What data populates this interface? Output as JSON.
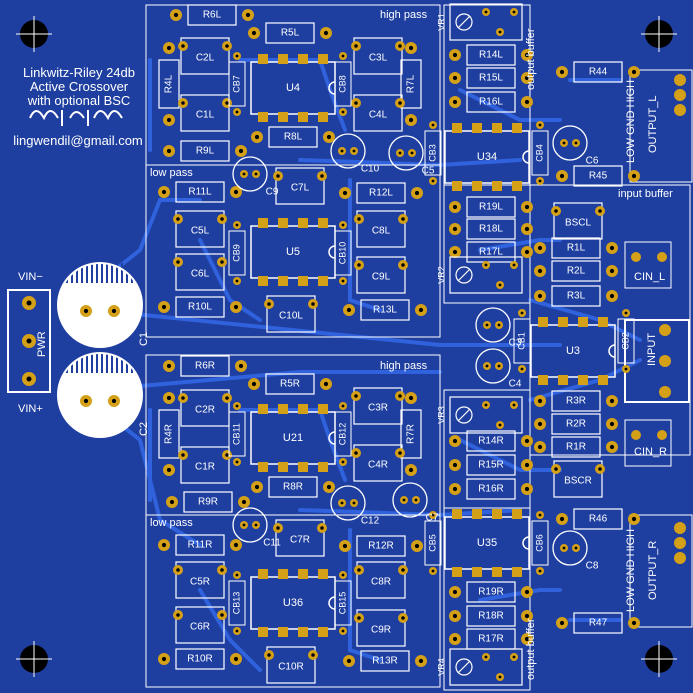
{
  "board_info": {
    "line1": "Linkwitz-Riley 24db",
    "line2": "Active Crossover",
    "line3": "with optional BSC",
    "email": "lingwendil@gmail.com"
  },
  "sections": {
    "high_pass": "high pass",
    "low_pass": "low pass",
    "output_buffer": "output buffer",
    "input_buffer": "input buffer"
  },
  "connectors": {
    "pwr": "PWR",
    "vin_minus": "VIN−",
    "vin_plus": "VIN+",
    "input": "INPUT",
    "output_l": "OUTPUT_L",
    "output_r": "OUTPUT_R",
    "low_gnd_high": "LOW GND HIGH",
    "cin_l": "CIN_L",
    "cin_r": "CIN_R"
  },
  "resistors": [
    {
      "ref": "R6L"
    },
    {
      "ref": "R5L"
    },
    {
      "ref": "R4L"
    },
    {
      "ref": "R7L"
    },
    {
      "ref": "R8L"
    },
    {
      "ref": "R9L"
    },
    {
      "ref": "R11L"
    },
    {
      "ref": "R12L"
    },
    {
      "ref": "R10L"
    },
    {
      "ref": "R13L"
    },
    {
      "ref": "R14L"
    },
    {
      "ref": "R15L"
    },
    {
      "ref": "R16L"
    },
    {
      "ref": "R19L"
    },
    {
      "ref": "R18L"
    },
    {
      "ref": "R17L"
    },
    {
      "ref": "R44"
    },
    {
      "ref": "R45"
    },
    {
      "ref": "R1L"
    },
    {
      "ref": "R2L"
    },
    {
      "ref": "R3L"
    },
    {
      "ref": "R3R"
    },
    {
      "ref": "R2R"
    },
    {
      "ref": "R1R"
    },
    {
      "ref": "R6R"
    },
    {
      "ref": "R5R"
    },
    {
      "ref": "R4R"
    },
    {
      "ref": "R7R"
    },
    {
      "ref": "R8R"
    },
    {
      "ref": "R9R"
    },
    {
      "ref": "R11R"
    },
    {
      "ref": "R12R"
    },
    {
      "ref": "R10R"
    },
    {
      "ref": "R13R"
    },
    {
      "ref": "R14R"
    },
    {
      "ref": "R15R"
    },
    {
      "ref": "R16R"
    },
    {
      "ref": "R19R"
    },
    {
      "ref": "R18R"
    },
    {
      "ref": "R17R"
    },
    {
      "ref": "R46"
    },
    {
      "ref": "R47"
    }
  ],
  "capacitors": [
    {
      "ref": "C2L"
    },
    {
      "ref": "C1L"
    },
    {
      "ref": "C3L"
    },
    {
      "ref": "C4L"
    },
    {
      "ref": "CB7"
    },
    {
      "ref": "CB8"
    },
    {
      "ref": "C5L"
    },
    {
      "ref": "C6L"
    },
    {
      "ref": "C7L"
    },
    {
      "ref": "C8L"
    },
    {
      "ref": "C9L"
    },
    {
      "ref": "CB9"
    },
    {
      "ref": "CB10"
    },
    {
      "ref": "C10L"
    },
    {
      "ref": "C2R"
    },
    {
      "ref": "C1R"
    },
    {
      "ref": "C3R"
    },
    {
      "ref": "C4R"
    },
    {
      "ref": "CB11"
    },
    {
      "ref": "CB12"
    },
    {
      "ref": "C5R"
    },
    {
      "ref": "C6R"
    },
    {
      "ref": "C7R"
    },
    {
      "ref": "C8R"
    },
    {
      "ref": "C9R"
    },
    {
      "ref": "CB13"
    },
    {
      "ref": "CB15"
    },
    {
      "ref": "C10R"
    },
    {
      "ref": "CB3"
    },
    {
      "ref": "CB4"
    },
    {
      "ref": "CB1"
    },
    {
      "ref": "CB2"
    },
    {
      "ref": "CB5"
    },
    {
      "ref": "CB6"
    },
    {
      "ref": "BSCL"
    },
    {
      "ref": "BSCR"
    }
  ],
  "electrolytics": [
    {
      "ref": "C1"
    },
    {
      "ref": "C2"
    },
    {
      "ref": "C3"
    },
    {
      "ref": "C4"
    },
    {
      "ref": "C5"
    },
    {
      "ref": "C6"
    },
    {
      "ref": "C7"
    },
    {
      "ref": "C8"
    },
    {
      "ref": "C9"
    },
    {
      "ref": "C10"
    },
    {
      "ref": "C11"
    },
    {
      "ref": "C12"
    }
  ],
  "ics": [
    {
      "ref": "U4"
    },
    {
      "ref": "U5"
    },
    {
      "ref": "U21"
    },
    {
      "ref": "U36"
    },
    {
      "ref": "U34"
    },
    {
      "ref": "U35"
    },
    {
      "ref": "U3"
    }
  ],
  "trimpots": [
    {
      "ref": "VR1"
    },
    {
      "ref": "VR2"
    },
    {
      "ref": "VR3"
    },
    {
      "ref": "VR4"
    }
  ],
  "colors": {
    "board": "#1f3fa0",
    "trace": "#2f62dc",
    "pad": "#d4a017",
    "silkscreen": "#ffffff",
    "hole": "#000000"
  }
}
